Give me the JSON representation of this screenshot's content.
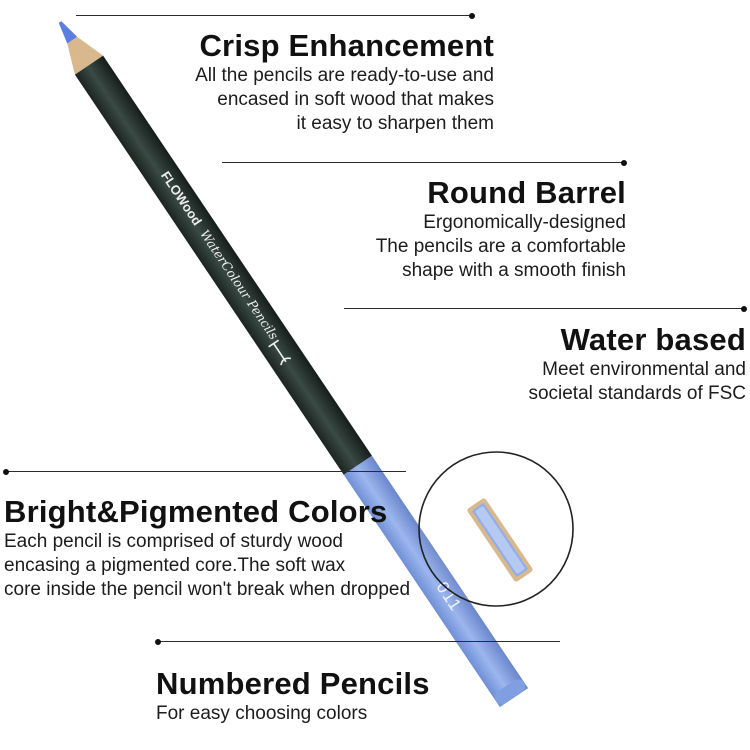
{
  "colors": {
    "barrel": "#27332f",
    "cap_blue": "#7f9fe0",
    "lead_blue": "#5a7fe0",
    "wood": "#d9b88e",
    "rule": "#2b2b2b"
  },
  "pencil": {
    "brand": "FLOWood",
    "product": "WaterColour Pencils",
    "number": "011"
  },
  "features": [
    {
      "title": "Crisp Enhancement",
      "desc": [
        "All the pencils are ready-to-use and",
        "encased in soft wood that makes",
        "it easy to sharpen them"
      ]
    },
    {
      "title": "Round Barrel",
      "desc": [
        "Ergonomically-designed",
        "The pencils are a comfortable",
        "shape with a smooth finish"
      ]
    },
    {
      "title": "Water based",
      "desc": [
        "Meet environmental and",
        "societal standards of FSC"
      ]
    },
    {
      "title": "Bright&Pigmented Colors",
      "desc": [
        "Each pencil is comprised of sturdy wood",
        "encasing a pigmented core.The soft wax",
        "core inside the pencil won't break when dropped"
      ]
    },
    {
      "title": "Numbered Pencils",
      "desc": [
        "For easy choosing colors"
      ]
    }
  ]
}
